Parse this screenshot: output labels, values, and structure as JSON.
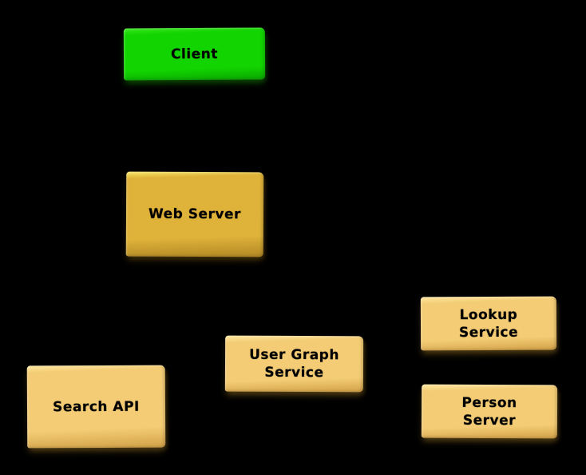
{
  "background": "#000000",
  "diagram": {
    "nodes": [
      {
        "id": "client",
        "label": "Client",
        "lines": [
          "Client"
        ],
        "fill": "#12d400",
        "text_color": "#000000"
      },
      {
        "id": "web-server",
        "label": "Web Server",
        "lines": [
          "Web Server"
        ],
        "fill": "#dfb23a",
        "text_color": "#000000"
      },
      {
        "id": "search-api",
        "label": "Search API",
        "lines": [
          "Search API"
        ],
        "fill": "#f3cc75",
        "text_color": "#000000"
      },
      {
        "id": "user-graph-service",
        "label": "User Graph Service",
        "lines": [
          "User Graph",
          "Service"
        ],
        "fill": "#f3cc75",
        "text_color": "#000000"
      },
      {
        "id": "lookup-service",
        "label": "Lookup Service",
        "lines": [
          "Lookup",
          "Service"
        ],
        "fill": "#f3cc75",
        "text_color": "#000000"
      },
      {
        "id": "person-server",
        "label": "Person Server",
        "lines": [
          "Person",
          "Server"
        ],
        "fill": "#f3cc75",
        "text_color": "#000000"
      }
    ],
    "edges": []
  }
}
